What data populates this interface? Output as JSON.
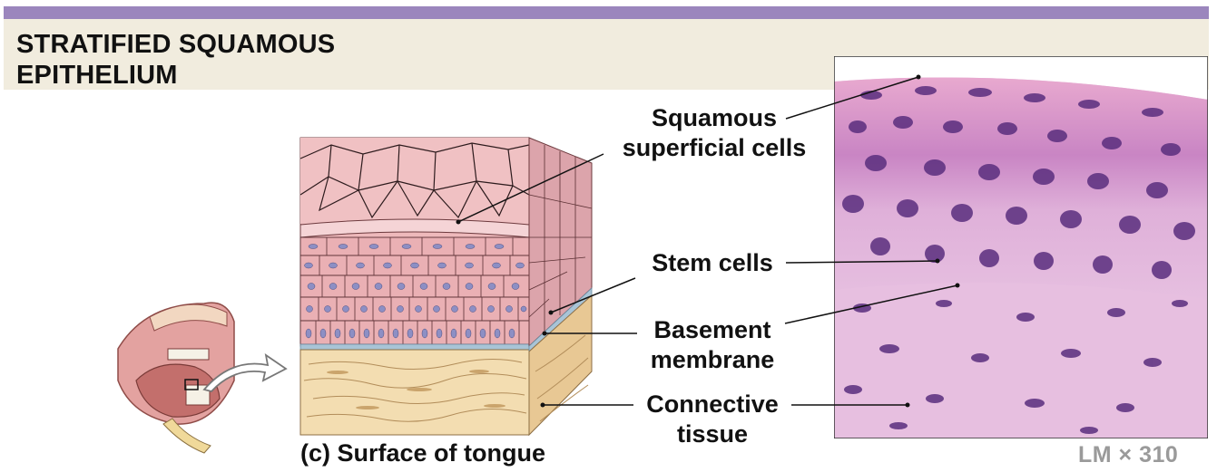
{
  "header": {
    "title_line1": "STRATIFIED SQUAMOUS",
    "title_line2": "EPITHELIUM",
    "accent_color": "#9b86bd",
    "band_color": "#f1ecde"
  },
  "labels": {
    "squamous_line1": "Squamous",
    "squamous_line2": "superficial cells",
    "stem": "Stem cells",
    "basement_line1": "Basement",
    "basement_line2": "membrane",
    "connective_line1": "Connective",
    "connective_line2": "tissue"
  },
  "caption": "(c) Surface of tongue",
  "magnification": "LM × 310"
}
